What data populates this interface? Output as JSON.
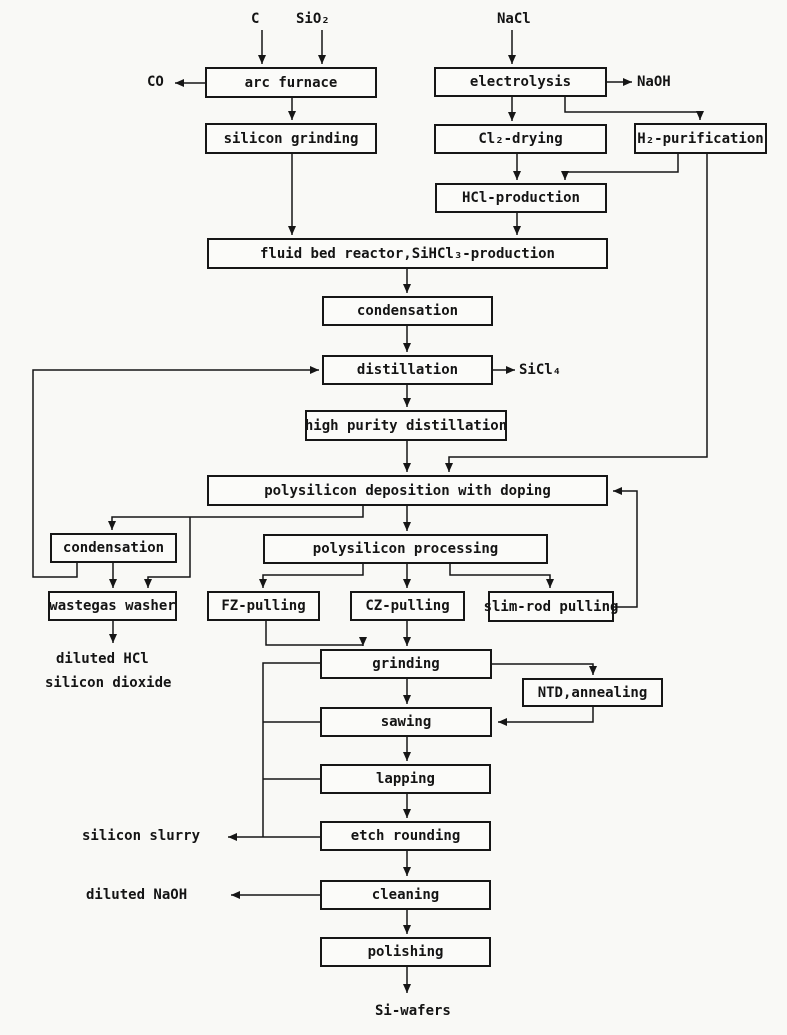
{
  "diagram": {
    "type": "flowchart",
    "subject": "silicon wafer production process",
    "ink_color": "#161616",
    "paper_color": "#f9f9f6"
  },
  "nodes": {
    "arc_furnace": {
      "label": "arc furnace"
    },
    "electrolysis": {
      "label": "electrolysis"
    },
    "silicon_grinding": {
      "label": "silicon grinding"
    },
    "cl2_drying": {
      "label": "Cl₂-drying"
    },
    "h2_purification": {
      "label": "H₂-purification"
    },
    "hcl_production": {
      "label": "HCl-production"
    },
    "fluid_bed_reactor": {
      "label": "fluid bed reactor,SiHCl₃-production"
    },
    "condensation_top": {
      "label": "condensation"
    },
    "distillation": {
      "label": "distillation"
    },
    "high_purity_distillation": {
      "label": "high purity distillation"
    },
    "poly_deposition": {
      "label": "polysilicon deposition with doping"
    },
    "condensation_left": {
      "label": "condensation"
    },
    "poly_processing": {
      "label": "polysilicon processing"
    },
    "wastegas_washer": {
      "label": "wastegas washer"
    },
    "fz_pulling": {
      "label": "FZ-pulling"
    },
    "cz_pulling": {
      "label": "CZ-pulling"
    },
    "slim_rod_pulling": {
      "label": "slim-rod pulling"
    },
    "grinding": {
      "label": "grinding"
    },
    "ntd_annealing": {
      "label": "NTD,annealing"
    },
    "sawing": {
      "label": "sawing"
    },
    "lapping": {
      "label": "lapping"
    },
    "etch_rounding": {
      "label": "etch rounding"
    },
    "cleaning": {
      "label": "cleaning"
    },
    "polishing": {
      "label": "polishing"
    }
  },
  "annotations": {
    "c": "C",
    "sio2": "SiO₂",
    "nacl": "NaCl",
    "co": "CO",
    "naoh": "NaOH",
    "sicl4": "SiCl₄",
    "diluted_hcl": "diluted HCl",
    "silicon_dioxide": "silicon dioxide",
    "silicon_slurry": "silicon slurry",
    "diluted_naoh": "diluted NaOH",
    "si_wafers": "Si-wafers"
  },
  "edges": [
    {
      "from": "C",
      "to": "arc furnace"
    },
    {
      "from": "SiO₂",
      "to": "arc furnace"
    },
    {
      "from": "arc furnace",
      "to": "CO"
    },
    {
      "from": "arc furnace",
      "to": "silicon grinding"
    },
    {
      "from": "silicon grinding",
      "to": "fluid bed reactor,SiHCl₃-production"
    },
    {
      "from": "NaCl",
      "to": "electrolysis"
    },
    {
      "from": "electrolysis",
      "to": "NaOH"
    },
    {
      "from": "electrolysis",
      "to": "Cl₂-drying"
    },
    {
      "from": "electrolysis",
      "to": "H₂-purification"
    },
    {
      "from": "Cl₂-drying",
      "to": "HCl-production"
    },
    {
      "from": "H₂-purification",
      "to": "HCl-production"
    },
    {
      "from": "H₂-purification",
      "to": "polysilicon deposition with doping"
    },
    {
      "from": "HCl-production",
      "to": "fluid bed reactor,SiHCl₃-production"
    },
    {
      "from": "fluid bed reactor,SiHCl₃-production",
      "to": "condensation"
    },
    {
      "from": "condensation",
      "to": "distillation"
    },
    {
      "from": "distillation",
      "to": "SiCl₄"
    },
    {
      "from": "distillation",
      "to": "high purity distillation"
    },
    {
      "from": "high purity distillation",
      "to": "polysilicon deposition with doping"
    },
    {
      "from": "polysilicon deposition with doping",
      "to": "condensation (recovery)"
    },
    {
      "from": "polysilicon deposition with doping",
      "to": "wastegas washer"
    },
    {
      "from": "condensation (recovery)",
      "to": "distillation"
    },
    {
      "from": "condensation (recovery)",
      "to": "wastegas washer"
    },
    {
      "from": "wastegas washer",
      "to": "diluted HCl / silicon dioxide"
    },
    {
      "from": "polysilicon deposition with doping",
      "to": "polysilicon processing"
    },
    {
      "from": "polysilicon processing",
      "to": "FZ-pulling"
    },
    {
      "from": "polysilicon processing",
      "to": "CZ-pulling"
    },
    {
      "from": "polysilicon processing",
      "to": "slim-rod pulling"
    },
    {
      "from": "slim-rod pulling",
      "to": "polysilicon deposition with doping"
    },
    {
      "from": "FZ-pulling",
      "to": "grinding"
    },
    {
      "from": "CZ-pulling",
      "to": "grinding"
    },
    {
      "from": "grinding",
      "to": "NTD,annealing"
    },
    {
      "from": "grinding",
      "to": "sawing"
    },
    {
      "from": "NTD,annealing",
      "to": "sawing"
    },
    {
      "from": "sawing",
      "to": "lapping"
    },
    {
      "from": "lapping",
      "to": "etch rounding"
    },
    {
      "from": "etch rounding",
      "to": "silicon slurry"
    },
    {
      "from": "grinding",
      "to": "silicon slurry"
    },
    {
      "from": "sawing",
      "to": "silicon slurry"
    },
    {
      "from": "lapping",
      "to": "silicon slurry"
    },
    {
      "from": "etch rounding",
      "to": "cleaning"
    },
    {
      "from": "cleaning",
      "to": "diluted NaOH"
    },
    {
      "from": "cleaning",
      "to": "polishing"
    },
    {
      "from": "polishing",
      "to": "Si-wafers"
    }
  ]
}
